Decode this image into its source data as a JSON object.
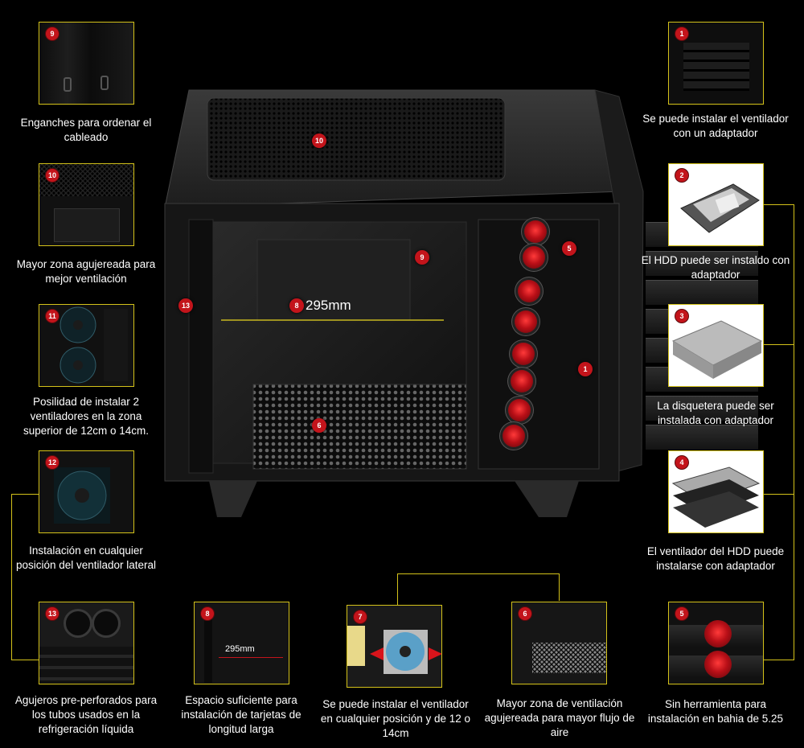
{
  "main_image": {
    "measure_label": "295mm",
    "markers": [
      "10",
      "9",
      "5",
      "13",
      "8",
      "1",
      "6"
    ]
  },
  "left_column": [
    {
      "num": "9",
      "caption": "Enganches para ordenar el cableado"
    },
    {
      "num": "10",
      "caption": "Mayor zona agujereada para mejor ventilación"
    },
    {
      "num": "11",
      "caption": "Posilidad de instalar 2 ventiladores en la zona superior de 12cm o 14cm."
    },
    {
      "num": "12",
      "caption": "Instalación en cualquier posición del ventilador lateral"
    },
    {
      "num": "13",
      "caption": "Agujeros pre-perforados para los tubos usados en la refrigeración líquida"
    }
  ],
  "right_column": [
    {
      "num": "1",
      "caption": "Se puede instalar el ventilador con un adaptador"
    },
    {
      "num": "2",
      "caption": "El HDD puede ser instaldo con adaptador"
    },
    {
      "num": "3",
      "caption": "La disquetera puede ser instalada con adaptador"
    },
    {
      "num": "4",
      "caption": "El ventilador del HDD puede instalarse con adaptador"
    },
    {
      "num": "5",
      "caption": "Sin herramienta para instalación en bahia de 5.25"
    }
  ],
  "bottom_row": [
    {
      "num": "8",
      "caption": "Espacio suficiente para instalación de tarjetas de longitud larga",
      "measure_label": "295mm"
    },
    {
      "num": "7",
      "caption": "Se puede instalar el ventilador en cualquier posición y de 12 o 14cm"
    },
    {
      "num": "6",
      "caption": "Mayor zona de ventilación agujereada para mayor flujo de aire"
    }
  ],
  "colors": {
    "accent": "#d4c21a",
    "badge": "#c3141b",
    "background": "#000000"
  }
}
